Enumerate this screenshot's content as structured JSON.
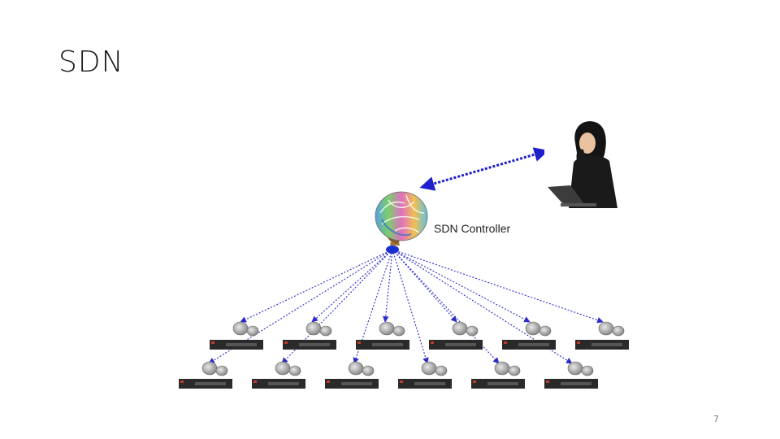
{
  "slide": {
    "title": "SDN",
    "page_number": "7"
  },
  "diagram": {
    "controller_label": "SDN Controller",
    "nodes": {
      "controller": "brain-icon",
      "operator": "operator-with-laptop-icon",
      "switch": "network-switch-icon",
      "router": "router-icon"
    },
    "colors": {
      "link": "#2b2bcc",
      "switch_body": "#2a2a2a",
      "switch_accent": "#c0392b"
    }
  }
}
